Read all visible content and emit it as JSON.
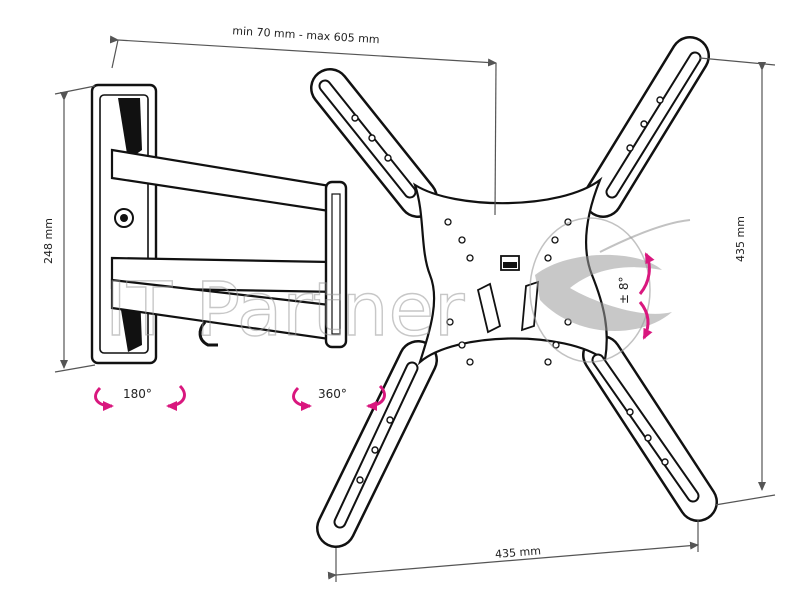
{
  "dimensions": {
    "arm_range": "min 70 mm - max 605 mm",
    "wall_plate_height": "248 mm",
    "vesa_height": "435 mm",
    "vesa_width": "435 mm"
  },
  "rotations": {
    "wall_swivel": "180°",
    "arm_swivel": "360°",
    "tilt": "± 8°"
  },
  "watermark": {
    "text": "IT Partner"
  },
  "colors": {
    "line": "#111111",
    "dimension": "#555555",
    "rotation_arrow": "#d9177e",
    "watermark": "#9a9a9a"
  }
}
